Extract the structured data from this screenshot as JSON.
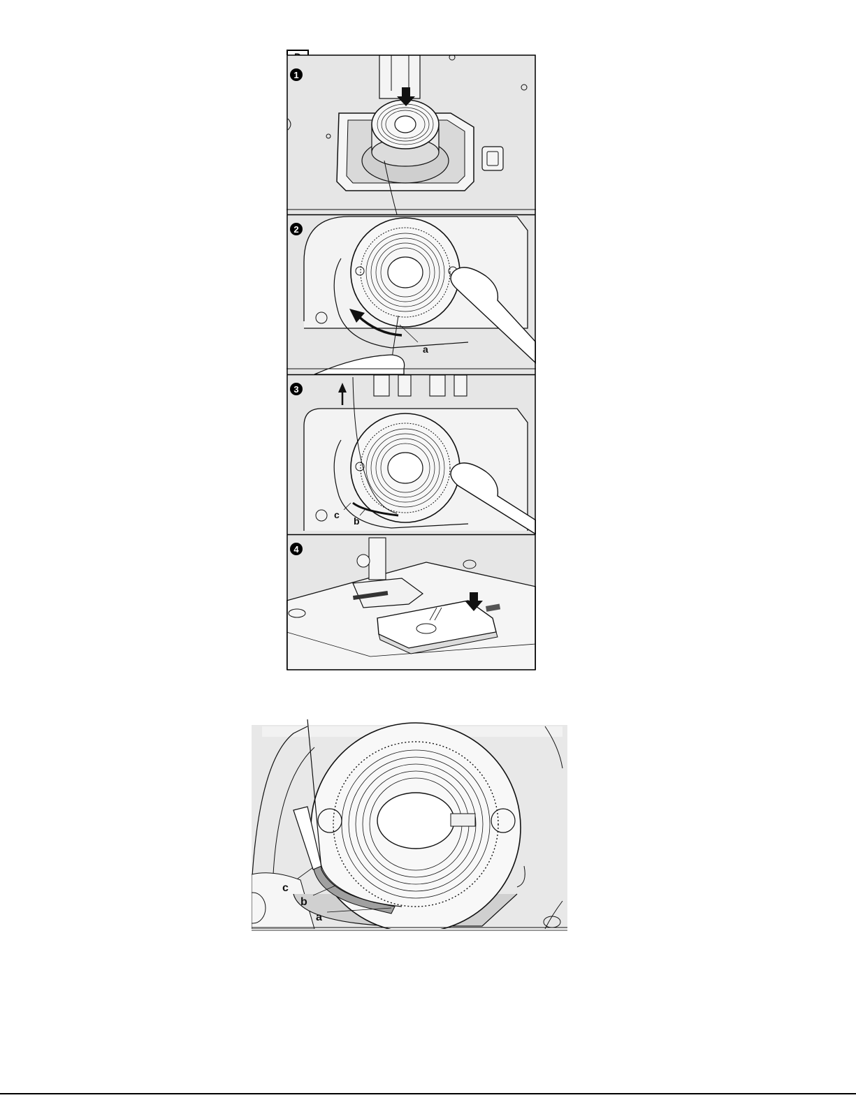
{
  "figure_label": "D",
  "steps": [
    {
      "number": "1"
    },
    {
      "number": "2",
      "callouts": [
        "a"
      ]
    },
    {
      "number": "3",
      "callouts": [
        "c",
        "b"
      ]
    },
    {
      "number": "4"
    }
  ],
  "detail_callouts": [
    "c",
    "b",
    "a"
  ],
  "colors": {
    "panel": "#e6e6e6",
    "plate": "#f2f2f2",
    "line": "#111111",
    "shade": "#9a9a9a"
  }
}
